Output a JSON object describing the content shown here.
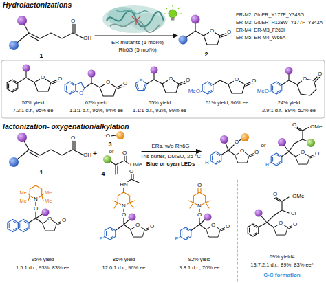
{
  "diagram": {
    "labels": [
      "Hydrolactonizations",
      "O",
      "OH",
      "1",
      "ER mutants (1 mol%)",
      "Rh6G (5 mol%)",
      "O",
      "O",
      "2",
      "ER-M2: GluER_Y177F_Y343G",
      "ER-M3: GluER_H128W_Y177F_Y343A",
      "ER-M4: ER-M3_F269I",
      "ER-M5: ER-M4_W66A",
      "O",
      "O",
      "57% yield",
      "7.3:1 d.r., 95% ee",
      "O",
      "O",
      "O",
      "62% yield",
      "1.1:1 d.r., 96%, 94% ee",
      "S",
      "O",
      "O",
      "55% yield",
      "1.1:1 d.r., 93%, 99% ee",
      "MeO",
      "O",
      "O",
      "51% yield, 96% ee",
      "MeO",
      "O",
      "O",
      "24% yield",
      "2.9:1 d.r., 89%, 52% ee",
      "lactonization- oxygenation/alkylation",
      "O",
      "OH",
      "1",
      "+",
      "·O",
      "3",
      "or",
      "O",
      "OMe",
      "4",
      "ERs, w/o Rh6G",
      "Tris buffer, DMSO, 25 °C",
      "Blue or cyan LEDs",
      "R",
      "O",
      "O",
      "O",
      "or",
      "R",
      "O",
      "OMe",
      "O",
      "O",
      "N",
      "O",
      "Me",
      "Me",
      "Me",
      "Me",
      "O",
      "O",
      "95% yield",
      "1.5:1 d.r., 93%, 83% ee",
      "HN",
      "O",
      "N",
      "O",
      "F",
      "O",
      "O",
      "86% yield",
      "12.0:1 d.r., 96% ee",
      "O",
      "N",
      "O",
      "F",
      "O",
      "O",
      "92% yield",
      "9.8:1 d.r., 70% ee",
      "O",
      "OMe",
      "Cl",
      "O",
      "O",
      "69% yield#",
      "13.7:2:1 d.r., 89%, 83% ee*",
      "C-C formation"
    ]
  }
}
